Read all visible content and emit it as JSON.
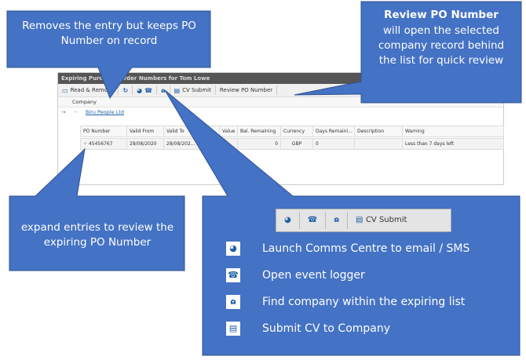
{
  "window": {
    "title": "Expiring Purchase Order Numbers for Tom Lowe"
  },
  "toolbar": {
    "read_remove": "Read & Remove",
    "cv_submit": "CV Submit",
    "review_po": "Review PO Number"
  },
  "grid": {
    "company_header": "Company",
    "company": "Biru People Ltd",
    "columns": [
      "PO Number",
      "Valid From",
      "Valid To",
      "Value",
      "Bal. Remaining",
      "Currency",
      "Days Remaini...",
      "Description",
      "Warning"
    ],
    "row": [
      "45456767",
      "28/08/2020",
      "28/08/202...",
      "",
      "0",
      "GBP",
      "0",
      "",
      "Less than 7 days left"
    ]
  },
  "callouts": {
    "top_left": "Removes the entry but keeps PO Number on record",
    "top_right_bold": "Review PO Number",
    "top_right": "will open the selected company record behind the list for quick review",
    "bottom_left": "expand entries to review the expiring PO Number",
    "legend_cv": "CV Submit",
    "legend": [
      "Launch Comms Centre to email / SMS",
      "Open event logger",
      "Find company within the expiring list",
      "Submit CV to Company"
    ]
  },
  "colors": {
    "callout": "#4472C4"
  }
}
